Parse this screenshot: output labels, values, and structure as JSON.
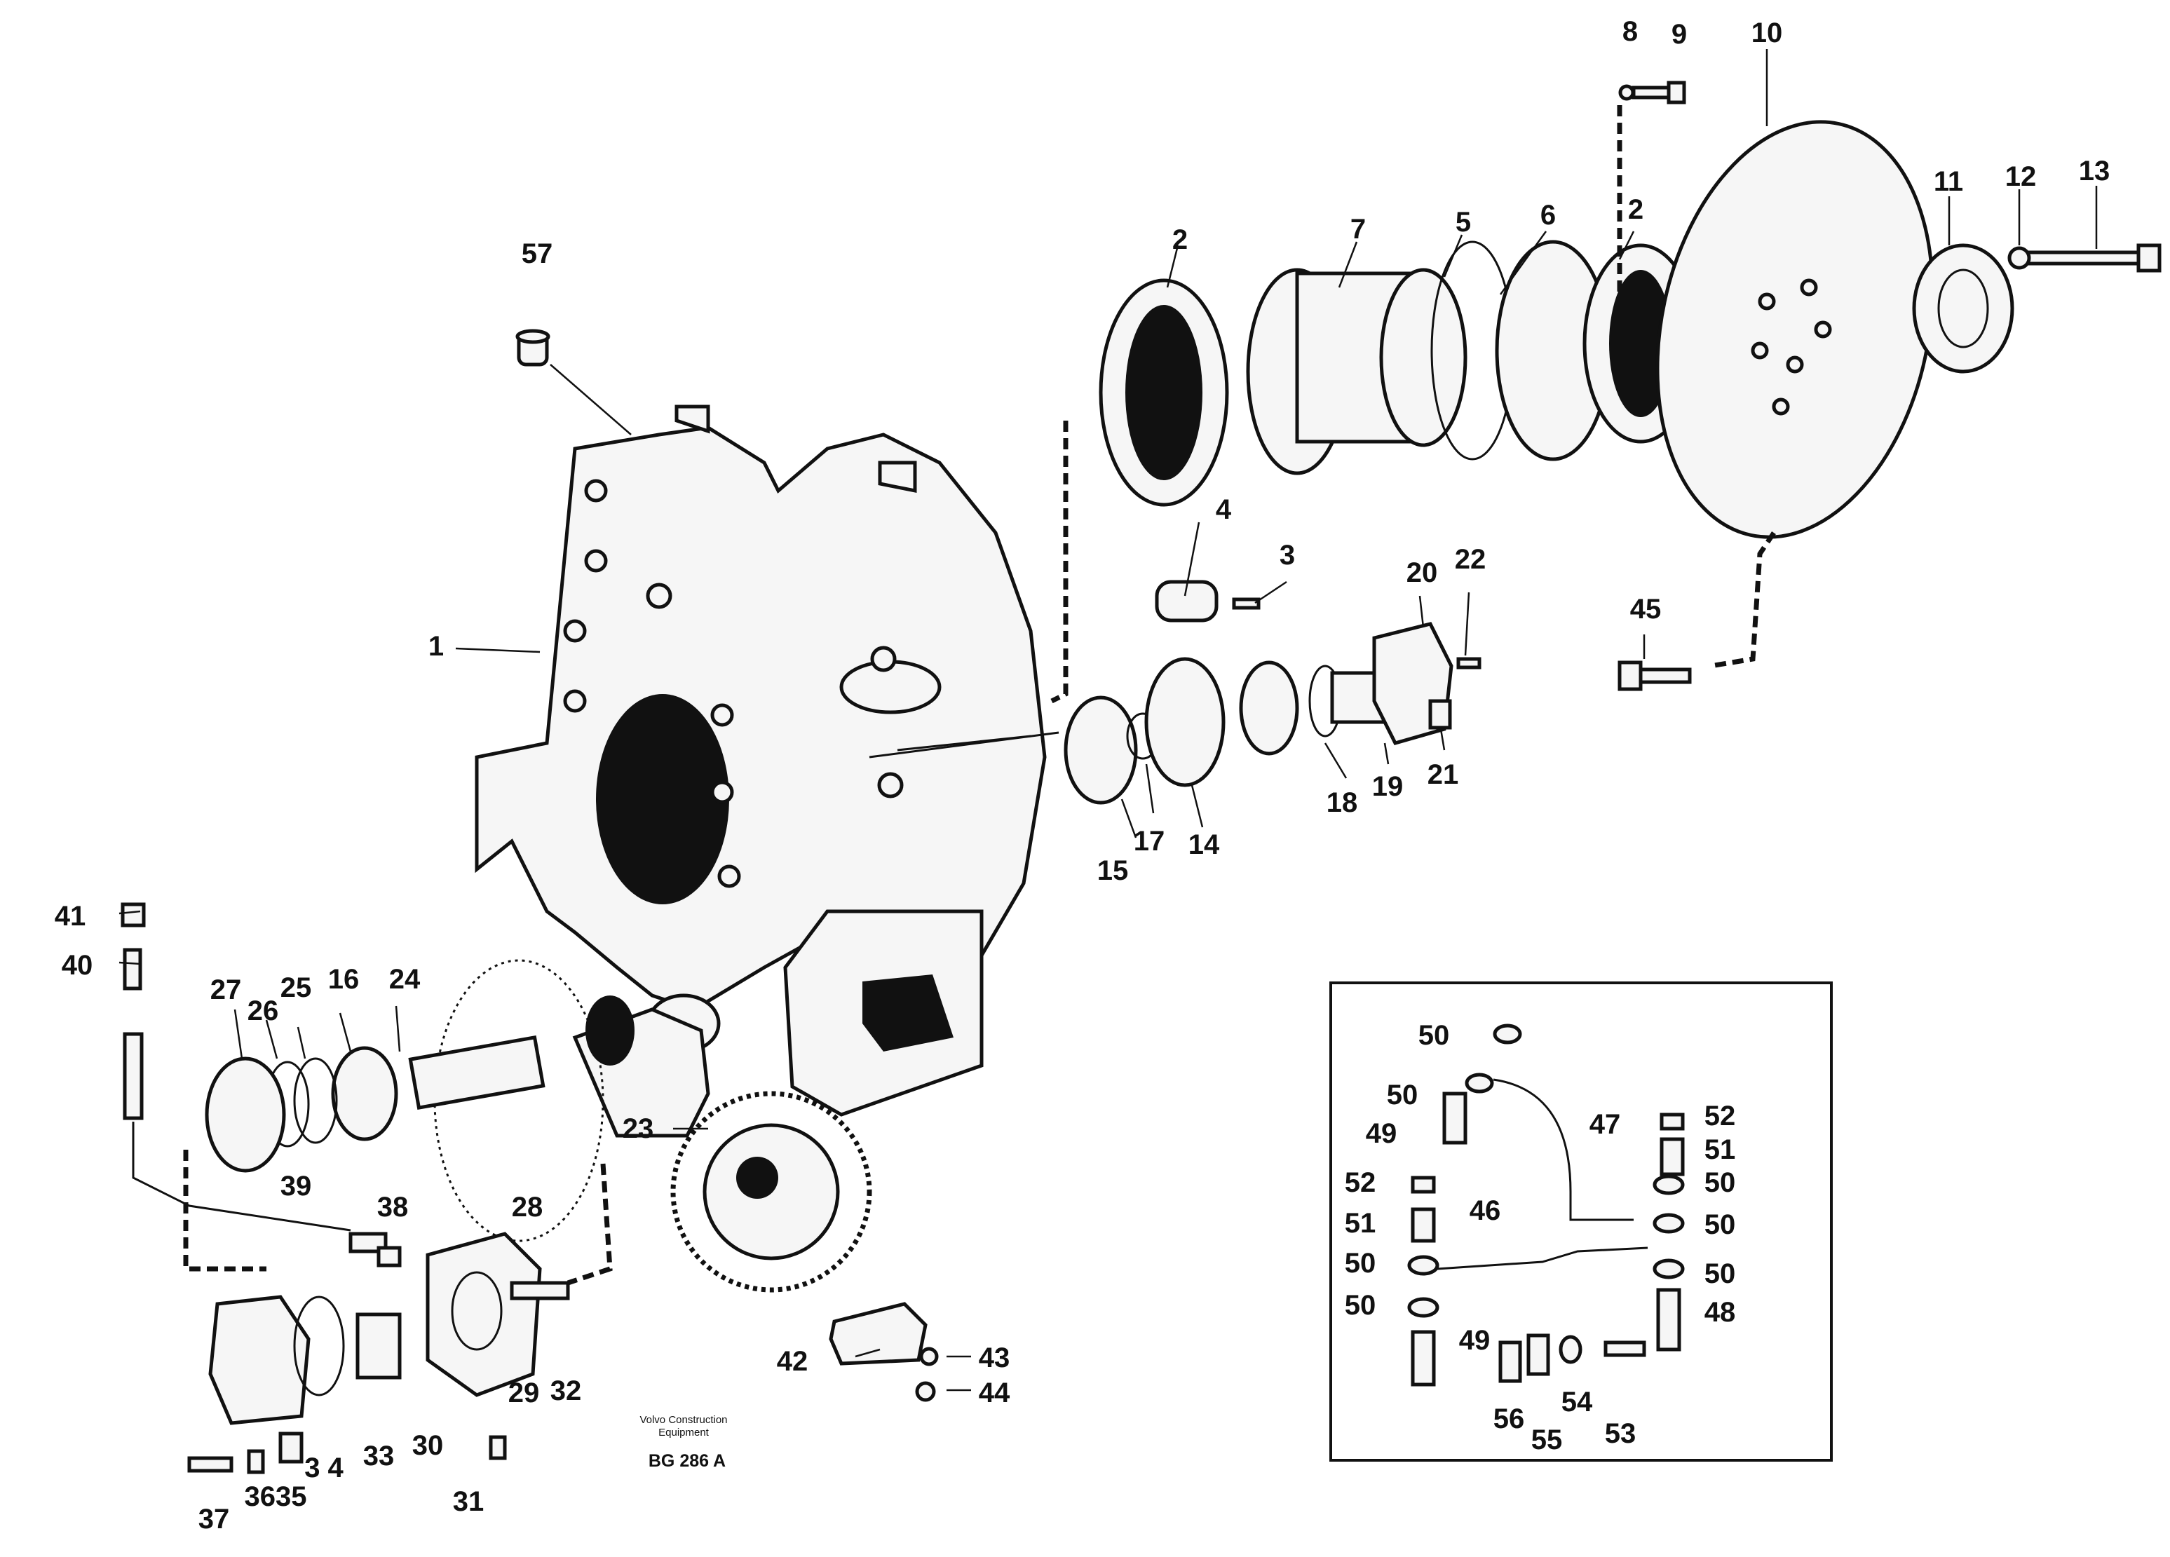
{
  "labels": [
    "1",
    "2",
    "3",
    "4",
    "5",
    "6",
    "7",
    "8",
    "9",
    "10",
    "11",
    "12",
    "13",
    "14",
    "15",
    "16",
    "17",
    "18",
    "19",
    "20",
    "21",
    "22",
    "23",
    "24",
    "25",
    "26",
    "27",
    "28",
    "29",
    "30",
    "31",
    "32",
    "33",
    "37",
    "38",
    "39",
    "40",
    "41",
    "42",
    "43",
    "44",
    "45",
    "46",
    "47",
    "48",
    "53",
    "54",
    "55",
    "56",
    "57"
  ],
  "label_groups": {
    "lbl_2b": "2",
    "lbl_34": "3 4",
    "lbl_3635": "3635",
    "inset_50": "50",
    "inset_49": "49",
    "inset_51": "51",
    "inset_52": "52"
  },
  "footer": {
    "company_line1": "Volvo Construction",
    "company_line2": "Equipment",
    "code": "BG 286 A"
  }
}
